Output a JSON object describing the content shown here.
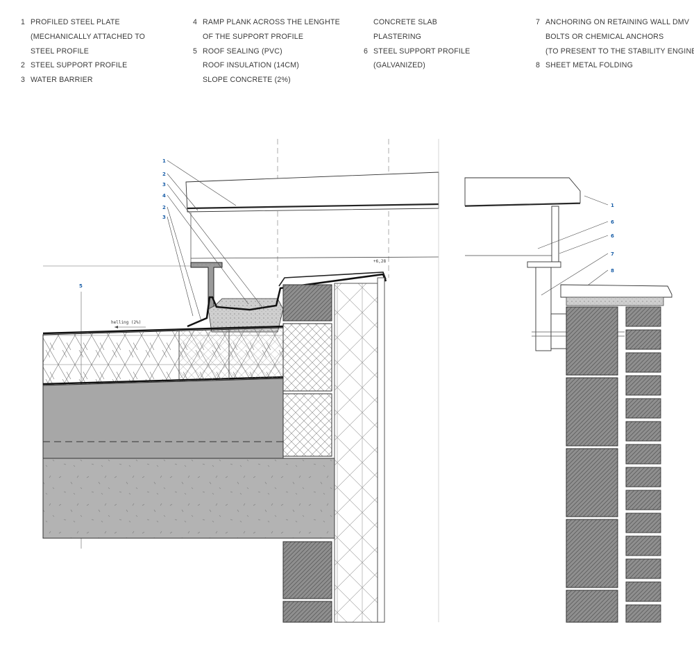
{
  "legend": {
    "columns": [
      [
        {
          "num": "1",
          "text": "PROFILED STEEL PLATE"
        },
        {
          "num": "",
          "text": "(MECHANICALLY ATTACHED TO"
        },
        {
          "num": "",
          "text": "STEEL PROFILE"
        },
        {
          "num": "2",
          "text": "STEEL SUPPORT PROFILE"
        },
        {
          "num": "3",
          "text": "WATER BARRIER"
        }
      ],
      [
        {
          "num": "4",
          "text": "RAMP PLANK ACROSS THE LENGHTE"
        },
        {
          "num": "",
          "text": "OF THE SUPPORT PROFILE"
        },
        {
          "num": "5",
          "text": "ROOF SEALING (PVC)"
        },
        {
          "num": "",
          "text": "ROOF INSULATION (14CM)"
        },
        {
          "num": "",
          "text": "SLOPE CONCRETE (2%)"
        }
      ],
      [
        {
          "num": "",
          "text": "CONCRETE SLAB"
        },
        {
          "num": "",
          "text": "PLASTERING"
        },
        {
          "num": "6",
          "text": "STEEL SUPPORT PROFILE"
        },
        {
          "num": "",
          "text": "(GALVANIZED)"
        }
      ],
      [
        {
          "num": "7",
          "text": "ANCHORING ON RETAINING WALL DMV"
        },
        {
          "num": "",
          "text": "BOLTS OR CHEMICAL ANCHORS"
        },
        {
          "num": "",
          "text": "(TO PRESENT TO THE STABILITY ENGINEER)"
        },
        {
          "num": "8",
          "text": "SHEET METAL FOLDING"
        }
      ]
    ]
  },
  "callouts_left": [
    "1",
    "2",
    "3",
    "4",
    "2",
    "3",
    "5"
  ],
  "callouts_right": [
    "1",
    "6",
    "6",
    "7",
    "8"
  ],
  "annotations": {
    "slope": "helling (2%)",
    "level": "+6,28"
  },
  "colors": {
    "callout": "#1b5fa8",
    "concrete": "#a7a7a7",
    "slab": "#b3b3b3",
    "line": "#222222"
  }
}
